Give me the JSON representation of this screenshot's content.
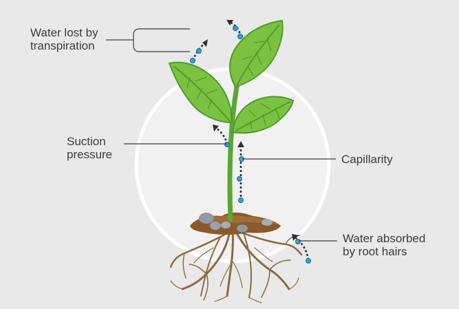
{
  "labels": {
    "transpiration": {
      "line1": "Water lost by",
      "line2": "transpiration"
    },
    "suction": {
      "line1": "Suction",
      "line2": "pressure"
    },
    "capillarity": "Capillarity",
    "absorbed": {
      "line1": "Water absorbed",
      "line2": "by root hairs"
    }
  },
  "colors": {
    "background": "#e9e9e9",
    "leaf": "#7cc242",
    "leaf_dark": "#4f9a2a",
    "stem": "#5aa632",
    "soil": "#8a5a2b",
    "root": "#8b6a3e",
    "water_dot": "#3aa3d8",
    "arrow": "#2f2f2f",
    "leader_line": "#3c3c3c"
  }
}
